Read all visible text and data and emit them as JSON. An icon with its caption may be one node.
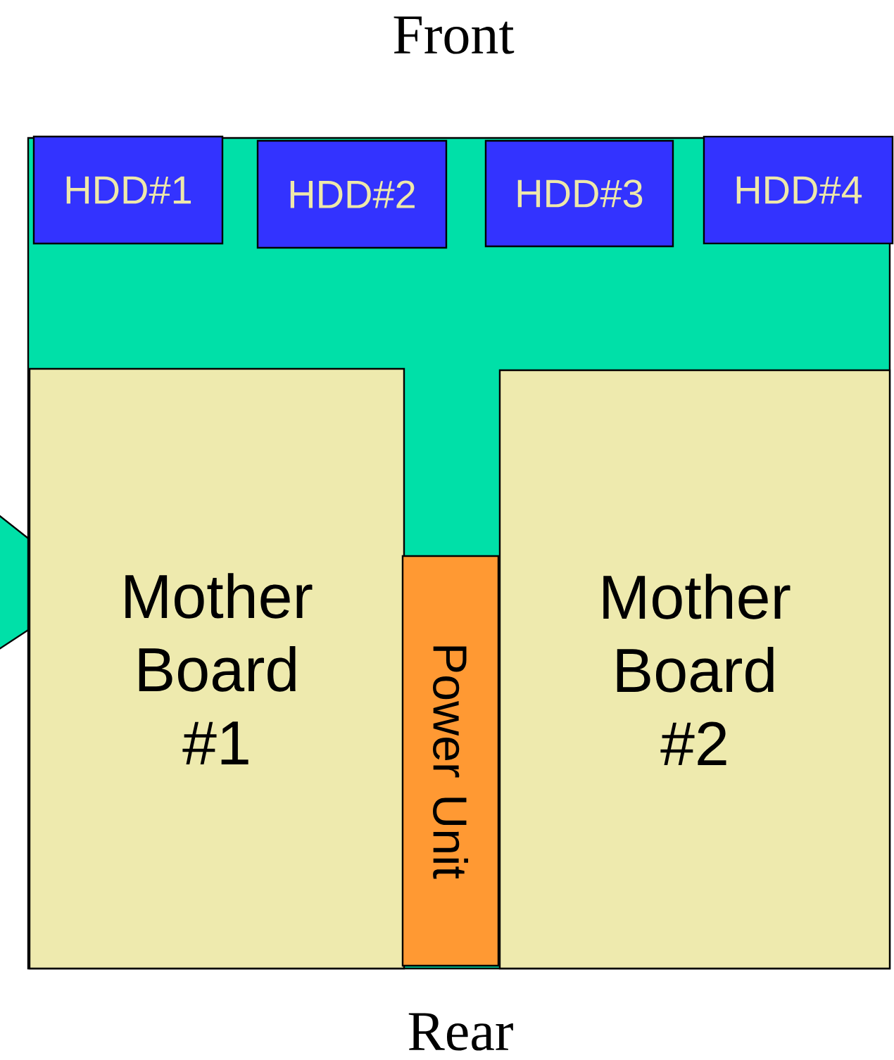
{
  "diagram": {
    "nodes": [
      {
        "text": [],
        "shape": "box"
      },
      {
        "text": [
          "HDD#1"
        ],
        "in": 0
      },
      {
        "text": [
          "HDD#2"
        ],
        "in": 0
      },
      {
        "text": [
          "HDD#3"
        ],
        "in": 0
      },
      {
        "text": [
          "HDD#4"
        ],
        "in": 0
      },
      {
        "text": [
          "Mother Board #1"
        ],
        "in": 0
      },
      {
        "text": [
          "Power Unit"
        ],
        "in": 0
      },
      {
        "text": [
          "Mother Board #2"
        ],
        "in": 0
      }
    ],
    "edges": [],
    "labels": [
      "Front",
      "Rear"
    ]
  }
}
